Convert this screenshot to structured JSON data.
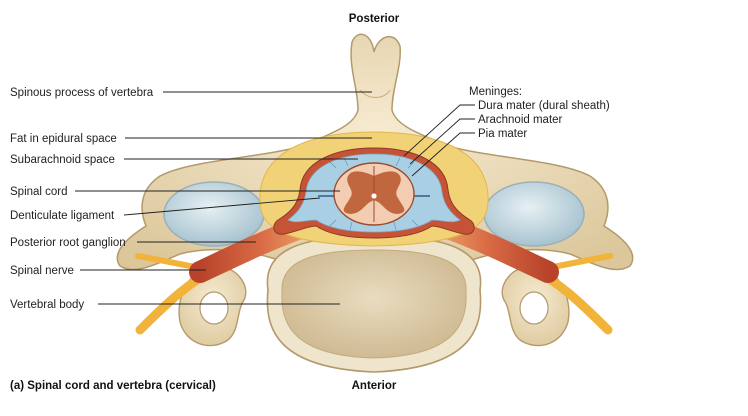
{
  "orientation": {
    "top": "Posterior",
    "bottom": "Anterior"
  },
  "caption": "(a) Spinal cord and vertebra (cervical)",
  "left_labels": [
    "Spinous process of vertebra",
    "Fat in epidural space",
    "Subarachnoid space",
    "Spinal cord",
    "Denticulate ligament",
    "Posterior root ganglion",
    "Spinal nerve",
    "Vertebral body"
  ],
  "meninges": {
    "heading": "Meninges:",
    "items": [
      "Dura mater (dural sheath)",
      "Arachnoid mater",
      "Pia mater"
    ]
  },
  "colors": {
    "bone": "#ecdcb5",
    "bone_edge": "#b39a6a",
    "fat": "#f2d277",
    "csf": "#a9cfe4",
    "dura": "#c65336",
    "nerve": "#f2b33b",
    "cord": "#f3cdb2",
    "gray_matter": "#c0673f"
  }
}
